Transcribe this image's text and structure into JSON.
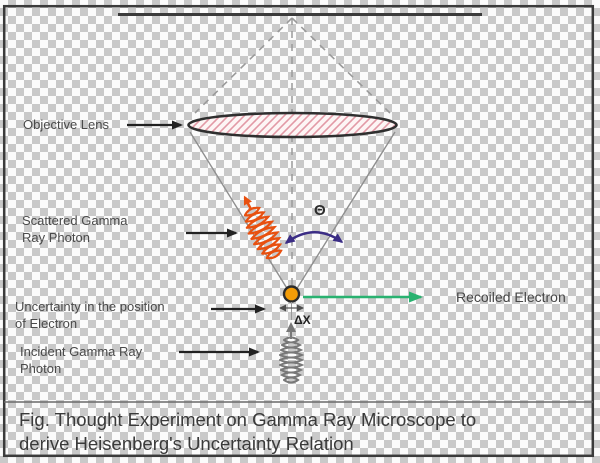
{
  "diagram": {
    "caption": "Fig. Thought Experiment on Gamma Ray Microscope to\nderive Heisenberg's Uncertainty Relation",
    "labels": {
      "objective_lens": "Objective Lens",
      "scattered_photon": "Scattered Gamma\nRay Photon",
      "uncertainty": "Uncertainty in the position\nof Electron",
      "incident_photon": "Incident Gamma Ray\nPhoton",
      "recoiled_electron": "Recoiled Electron",
      "theta": "Θ",
      "delta_x": "ΔX"
    },
    "colors": {
      "scattered_photon_orange": "#e8500f",
      "incident_photon_gray": "#787878",
      "electron_fill": "#f39c07",
      "recoil_arrow_green": "#29b270",
      "theta_arc_purple": "#3b2d85",
      "lens_hatch_pink": "#e29aa6",
      "frame_dark": "#3b3b3b",
      "label_text": "#4a4a4a"
    }
  }
}
